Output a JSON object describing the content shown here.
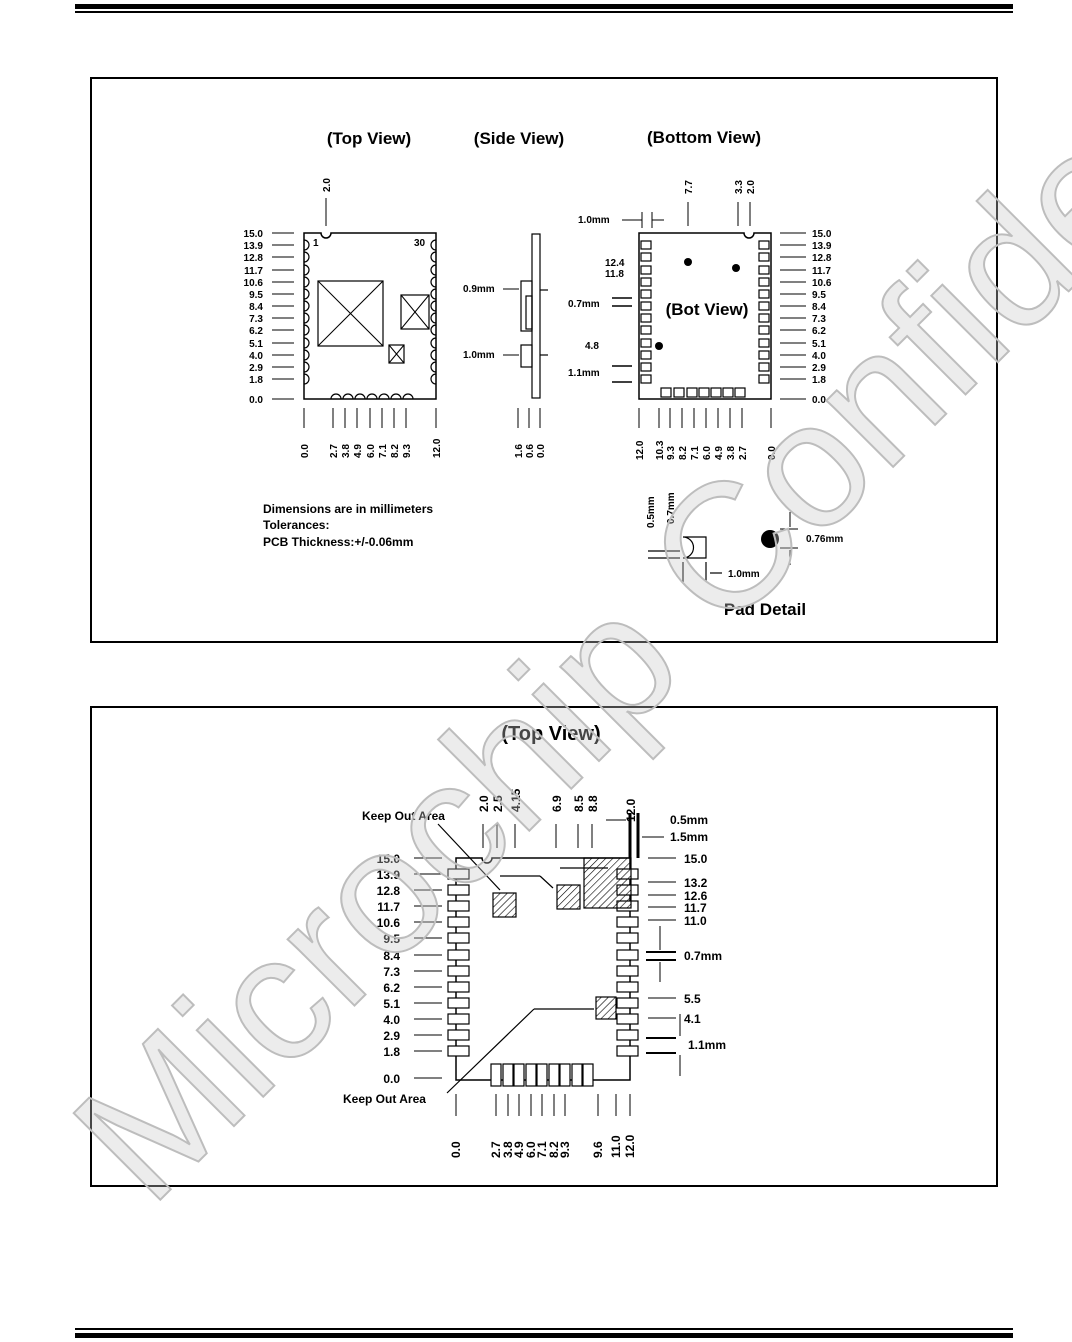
{
  "figure1": {
    "views": {
      "top": "(Top View)",
      "side": "(Side View)",
      "bottom": "(Bottom View)",
      "bot_label": "(Bot View)"
    },
    "pin_labels": {
      "first": "1",
      "last": "30"
    },
    "top_y_labels": [
      "15.0",
      "13.9",
      "12.8",
      "11.7",
      "10.6",
      "9.5",
      "8.4",
      "7.3",
      "6.2",
      "5.1",
      "4.0",
      "2.9",
      "1.8",
      "0.0"
    ],
    "top_top_label": "2.0",
    "top_x_labels": [
      "0.0",
      "2.7",
      "3.8",
      "4.9",
      "6.0",
      "7.1",
      "8.2",
      "9.3",
      "12.0"
    ],
    "side_labels": {
      "upper": "0.9mm",
      "lower": "1.0mm"
    },
    "side_x_labels": [
      "1.6",
      "0.6",
      "0.0"
    ],
    "bottom_top_labels": [
      "7.7",
      "3.3",
      "2.0"
    ],
    "bottom_dim_left": {
      "d1": "1.0mm",
      "a": "12.4",
      "b": "11.8",
      "c": "0.7mm",
      "d": "4.8",
      "e": "1.1mm"
    },
    "bottom_y_labels": [
      "15.0",
      "13.9",
      "12.8",
      "11.7",
      "10.6",
      "9.5",
      "8.4",
      "7.3",
      "6.2",
      "5.1",
      "4.0",
      "2.9",
      "1.8",
      "0.0"
    ],
    "bottom_x_labels": [
      "12.0",
      "10.3",
      "9.3",
      "8.2",
      "7.1",
      "6.0",
      "4.9",
      "3.8",
      "2.7",
      "0.0"
    ],
    "notes": [
      "Dimensions are in millimeters",
      "Tolerances:",
      "PCB Thickness:+/-0.06mm"
    ],
    "pad_detail": {
      "v1": "0.5mm",
      "v2": "0.7mm",
      "w": "1.0mm",
      "dot": "0.76mm",
      "title": "Pad Detail"
    }
  },
  "figure2": {
    "title": "(Top View)",
    "top_labels": [
      "2.0",
      "2.5",
      "4.15",
      "6.9",
      "8.5",
      "8.8",
      "12.0"
    ],
    "right_dims": {
      "a": "0.5mm",
      "b": "1.5mm"
    },
    "left_labels": [
      "15.0",
      "13.9",
      "12.8",
      "11.7",
      "10.6",
      "9.5",
      "8.4",
      "7.3",
      "6.2",
      "5.1",
      "4.0",
      "2.9",
      "1.8",
      "0.0"
    ],
    "right_labels": [
      "15.0",
      "13.2",
      "12.6",
      "11.7",
      "11.0",
      "5.5",
      "4.1"
    ],
    "right_pitch": {
      "p1": "0.7mm",
      "p2": "1.1mm"
    },
    "bottom_labels": [
      "0.0",
      "2.7",
      "3.8",
      "4.9",
      "6.0",
      "7.1",
      "8.2",
      "9.3",
      "9.6",
      "11.0",
      "12.0"
    ],
    "keepout": {
      "top": "Keep Out Area",
      "bottom": "Keep Out Area"
    }
  },
  "watermark": "Microchip Confidential"
}
